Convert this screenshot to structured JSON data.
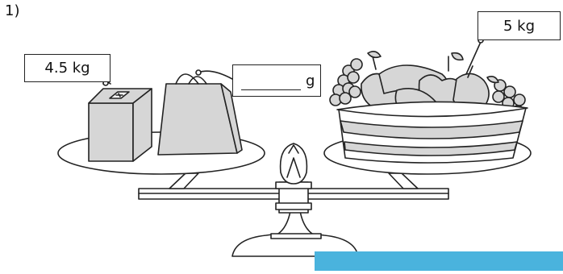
{
  "question_number": "1)",
  "left_pan": {
    "weight_label": "4.5 kg",
    "bag_unit": "g"
  },
  "right_pan": {
    "fruit_label": "5 kg"
  },
  "colors": {
    "object_gray": "#d6d6d6",
    "basket_stripe": "#c4c4c4",
    "bottom_strip": "#4ab3dd"
  },
  "icon_names": [
    "balance-scale",
    "weight-block-icon",
    "shopping-bag-icon",
    "fruit-basket-icon"
  ]
}
